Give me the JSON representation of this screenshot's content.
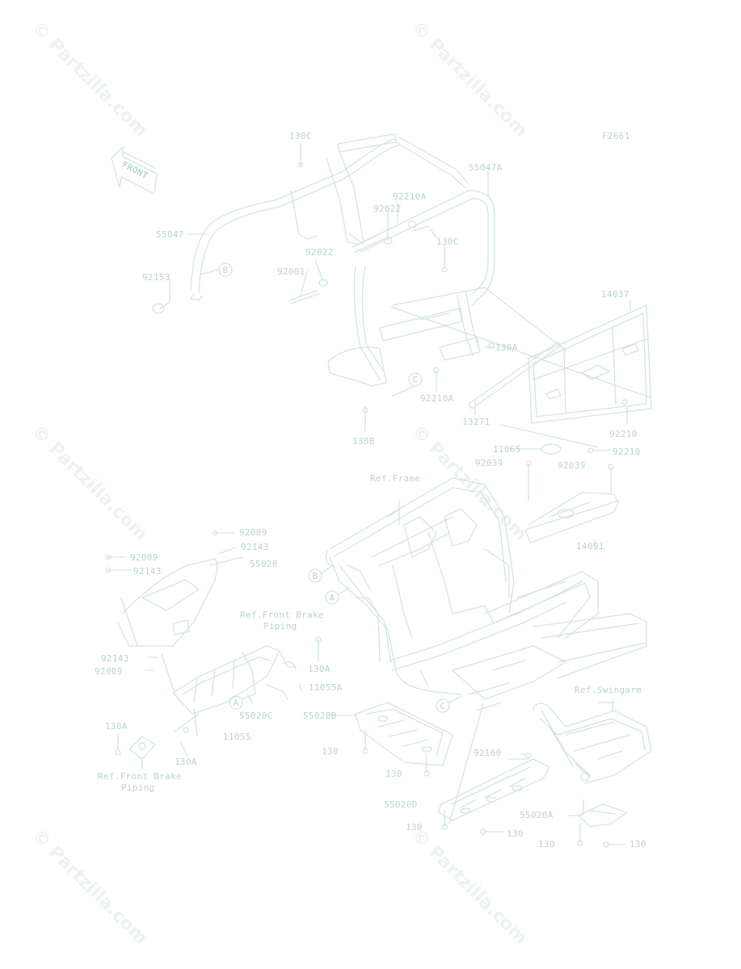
{
  "colors": {
    "line": "#d3e6dc",
    "text": "#b9d6c6",
    "watermark": "#dcebe3"
  },
  "figure_code": "F2661",
  "front_arrow_text": "FRONT",
  "watermark_text": "© Partzilla.com",
  "callouts": {
    "a": "A",
    "b": "B",
    "c": "C"
  },
  "labels": {
    "p130C_top": "130C",
    "p55047A": "55047A",
    "p92210A_top": "92210A",
    "p92022_top": "92022",
    "p55047": "55047",
    "p130C_mid": "130C",
    "p92022_mid": "92022",
    "p92001": "92001",
    "p92153": "92153",
    "p14037": "14037",
    "p130A_mid": "130A",
    "p92210A_low": "92210A",
    "p13271": "13271",
    "p92210_a": "92210",
    "p92210_b": "92210",
    "p130B": "130B",
    "p11065": "11065",
    "p92039_left": "92039",
    "p92039_right": "92039",
    "ref_frame": "Ref.Frame",
    "p14091": "14091",
    "p92009_top": "92009",
    "p92143_top": "92143",
    "p92009_left": "92009",
    "p55020": "55020",
    "p92143_left": "92143",
    "ref_front_brake_top_1": "Ref.Front Brake",
    "ref_front_brake_top_2": "Piping",
    "p92143_low": "92143",
    "p92009_low": "92009",
    "p130A_right": "130A",
    "p11055A": "11055A",
    "p55020C": "55020C",
    "p55020B": "55020B",
    "p11055": "11055",
    "p130A_left": "130A",
    "p130A_bottom": "130A",
    "ref_front_brake_bot_1": "Ref.Front Brake",
    "ref_front_brake_bot_2": "Piping",
    "p130_a": "130",
    "p130_b": "130",
    "ref_swingarm": "Ref.Swingarm",
    "p92160": "92160",
    "p55020D": "55020D",
    "p55020A": "55020A",
    "p130_c": "130",
    "p130_d": "130",
    "p130_e": "130",
    "p130_f": "130"
  }
}
